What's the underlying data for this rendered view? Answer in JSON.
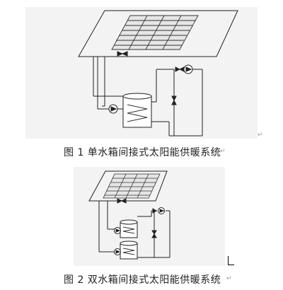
{
  "figures": [
    {
      "id": "fig1",
      "caption": "图 1 单水箱间接式太阳能供暖系统"
    },
    {
      "id": "fig2",
      "caption": "图 2 双水箱间接式太阳能供暖系统"
    }
  ],
  "para_mark": "↵",
  "colors": {
    "line": "#222222",
    "panel_bg": "#f3f3f3"
  }
}
